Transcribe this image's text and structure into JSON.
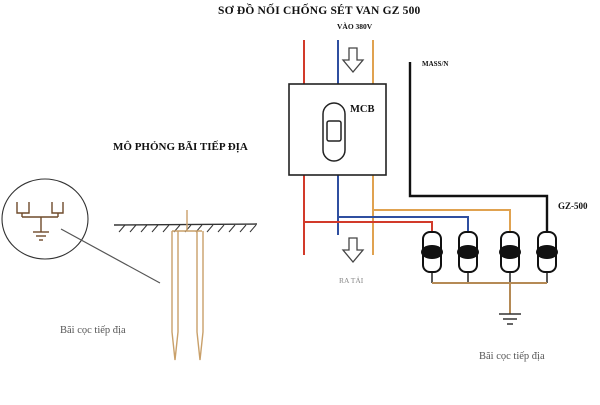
{
  "diagram": {
    "title": "SƠ ĐỒ NỐI CHỐNG SÉT VAN GZ 500",
    "input_label": "VÀO 380V",
    "simulation_label": "MÔ PHỎNG BÃI TIẾP ĐỊA",
    "mass_label": "MASS/N",
    "mcb_label": "MCB",
    "arrester_label": "GZ-500",
    "output_label": "RA TẢI",
    "left_ground_label": "Bãi cọc tiếp địa",
    "right_ground_label": "Bãi cọc tiếp địa"
  },
  "colors": {
    "phase_red": "#d23a2a",
    "phase_blue": "#2f4fa0",
    "phase_orange": "#e0a250",
    "neutral_black": "#111111",
    "ground_rod": "#c9a06a",
    "ground_bus": "#b58a55"
  }
}
